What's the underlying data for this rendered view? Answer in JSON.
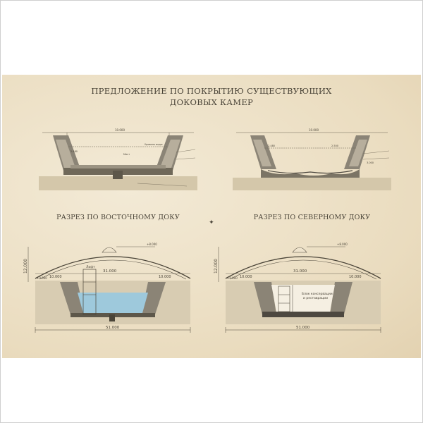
{
  "sheet": {
    "title_line1": "ПРЕДЛОЖЕНИЕ ПО ПОКРЫТИЮ СУЩЕСТВУЮЩИХ",
    "title_line2": "ДОКОВЫХ КАМЕР"
  },
  "top_left_drawing": {
    "marks": [
      "10.000",
      "2.480",
      "Уровень воды",
      "Мост"
    ]
  },
  "top_right_drawing": {
    "marks": [
      "10.000",
      "2.480",
      "2.500",
      "3.000"
    ]
  },
  "sections": {
    "east": {
      "label": "РАЗРЕЗ ПО ВОСТОЧНОМУ ДОКУ",
      "height_dim": "12.000",
      "inner_span": "31.000",
      "left_span": "10.000",
      "right_span": "10.000",
      "total_span": "51.000",
      "top_level": "+8.000",
      "left_level": "+0.000",
      "lift_label": "Лифт"
    },
    "north": {
      "label": "РАЗРЕЗ ПО СЕВЕРНОМУ ДОКУ",
      "height_dim": "12.000",
      "inner_span": "31.000",
      "left_span": "10.000",
      "right_span": "10.000",
      "total_span": "51.000",
      "top_level": "+8.000",
      "left_level": "+0.000",
      "block_label_line1": "Блок консервации",
      "block_label_line2": "и реставрации"
    }
  },
  "colors": {
    "paper": "#eee3cc",
    "ink": "#4a4438",
    "water": "#9ec9dc",
    "soil": "#d8ccb2"
  }
}
